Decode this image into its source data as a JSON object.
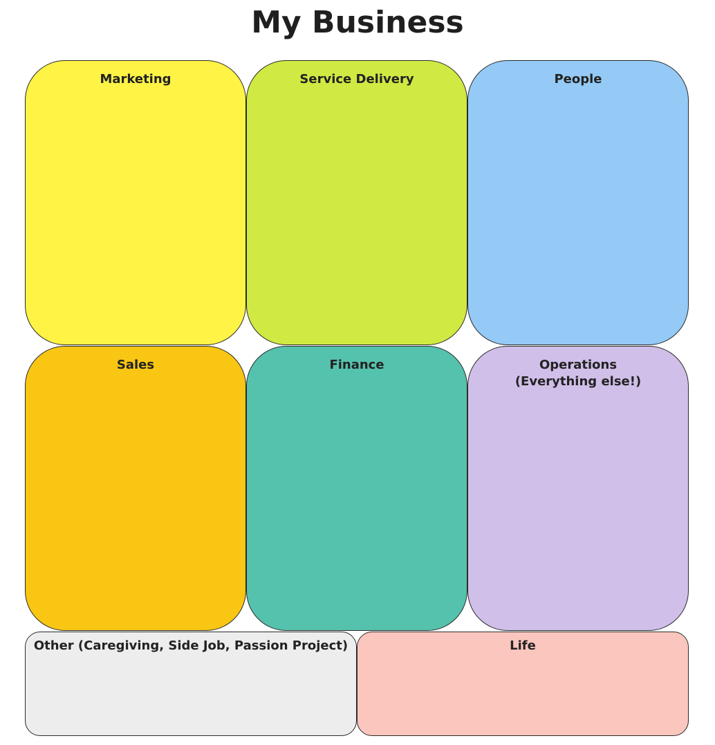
{
  "title": "My Business",
  "boxes": {
    "marketing": {
      "label": "Marketing",
      "color": "#fff345"
    },
    "service": {
      "label": "Service Delivery",
      "color": "#d1e943"
    },
    "people": {
      "label": "People",
      "color": "#94caf5"
    },
    "sales": {
      "label": "Sales",
      "color": "#f9c613"
    },
    "finance": {
      "label": "Finance",
      "color": "#55c2ad"
    },
    "operations": {
      "label": "Operations",
      "sublabel": "(Everything else!)",
      "color": "#d0bfe9"
    },
    "other": {
      "label": "Other (Caregiving, Side Job, Passion Project)",
      "color": "#ededed"
    },
    "life": {
      "label": "Life",
      "color": "#fbc6bd"
    }
  }
}
